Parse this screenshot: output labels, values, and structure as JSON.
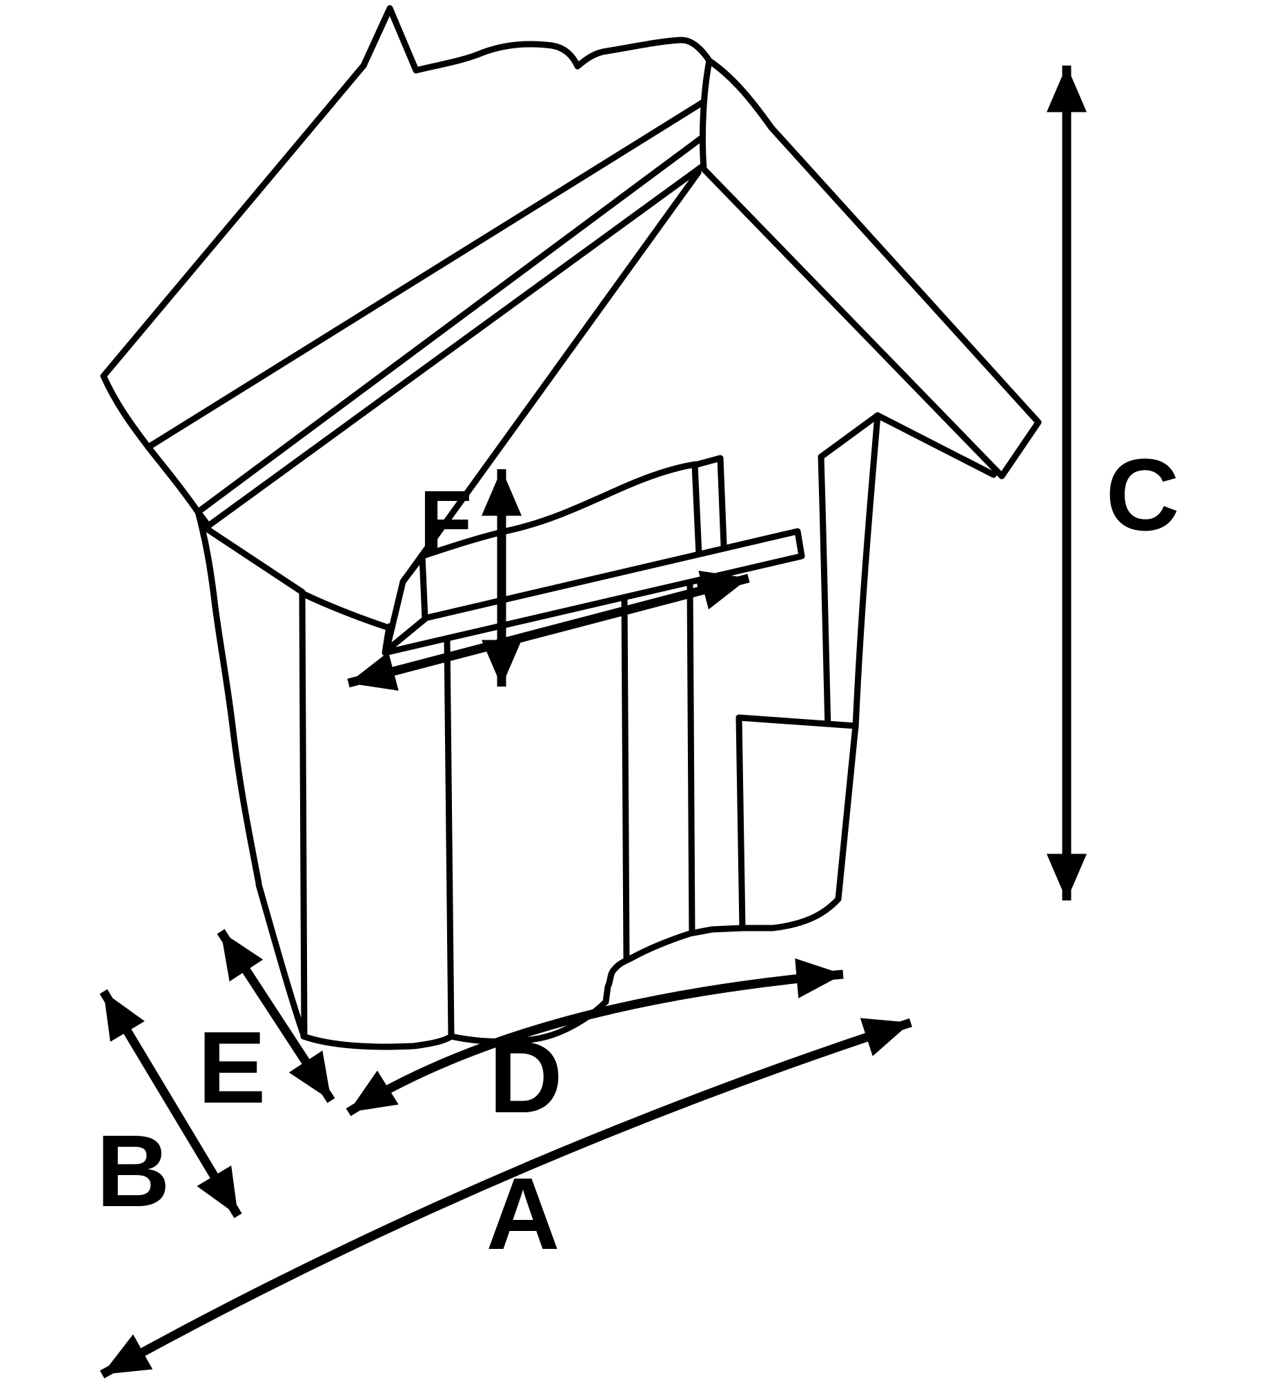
{
  "figure": {
    "type": "dimension-diagram",
    "subject": "hand-drawn wooden gable-roof wishing-well / playhouse front with window opening and plank cladding",
    "background_color": "#ffffff",
    "line_color": "#000000",
    "labels": [
      {
        "id": "A",
        "text": "A"
      },
      {
        "id": "B",
        "text": "B"
      },
      {
        "id": "C",
        "text": "C"
      },
      {
        "id": "D",
        "text": "D"
      },
      {
        "id": "E",
        "text": "E"
      },
      {
        "id": "F",
        "text": "F"
      }
    ],
    "arrows": [
      {
        "label": "A",
        "style": "double-headed",
        "orientation": "long diagonal along bottom front width"
      },
      {
        "label": "B",
        "style": "double-headed",
        "orientation": "short diagonal lower-left depth"
      },
      {
        "label": "C",
        "style": "double-headed",
        "orientation": "vertical overall height at right"
      },
      {
        "label": "D",
        "style": "double-headed",
        "orientation": "diagonal along base front edge"
      },
      {
        "label": "E",
        "style": "double-headed",
        "orientation": "short diagonal lower-left depth upper"
      },
      {
        "label": "F",
        "style": "double-headed-cross",
        "orientation": "window opening width and height"
      }
    ]
  }
}
